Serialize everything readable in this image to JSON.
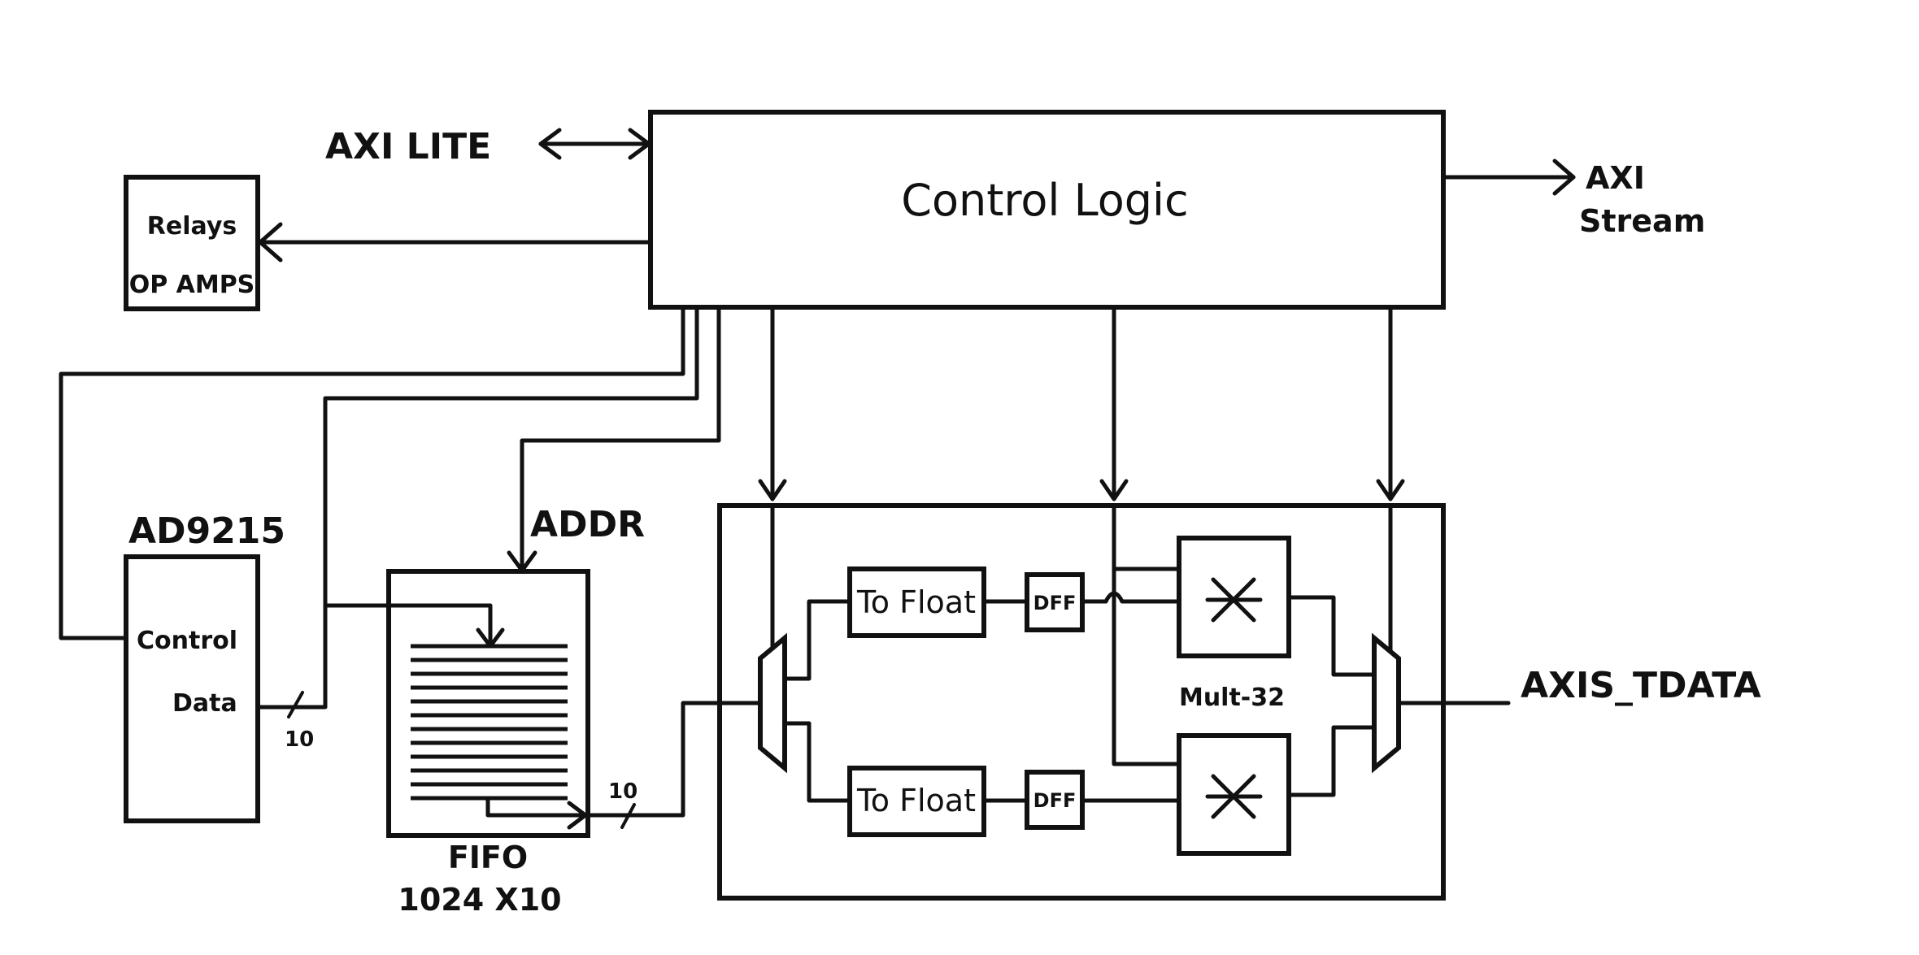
{
  "labels": {
    "control_logic": "Control Logic",
    "axi_lite": "AXI LITE",
    "axi_stream_line1": "AXI",
    "axi_stream_line2": "Stream",
    "relays_line1": "Relays",
    "relays_line2": "OP AMPS",
    "adc_title": "AD9215",
    "adc_control": "Control",
    "adc_data": "Data",
    "bus_width_adc": "10",
    "addr": "ADDR",
    "fifo_line1": "FIFO",
    "fifo_line2": "1024 X10",
    "bus_width_fifo": "10",
    "to_float_top": "To Float",
    "to_float_bottom": "To Float",
    "dff_top": "DFF",
    "dff_bottom": "DFF",
    "mult_label": "Mult-32",
    "axis_tdata": "AXIS_TDATA"
  }
}
